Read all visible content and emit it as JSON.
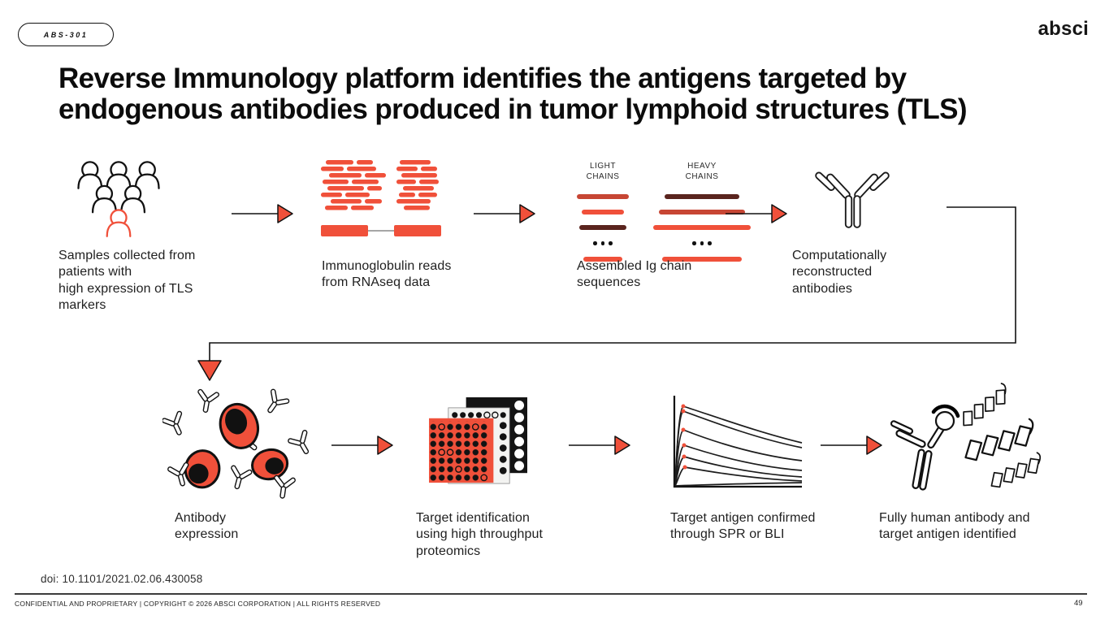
{
  "header": {
    "badge": "ABS-301",
    "logo": "absci"
  },
  "title": {
    "line1": "Reverse Immunology platform identifies the antigens targeted by",
    "line2": "endogenous antibodies produced in tumor lymphoid structures (TLS)"
  },
  "steps": {
    "samples": {
      "icon": "people-group-icon",
      "caption": "Samples collected from\npatients with\nhigh expression of TLS\nmarkers"
    },
    "reads": {
      "icon": "rnaseq-reads-icon",
      "caption": "Immunoglobulin reads\nfrom RNAseq data"
    },
    "chains": {
      "icon": "ig-chains-icon",
      "light_label": "LIGHT\nCHAINS",
      "heavy_label": "HEAVY\nCHAINS",
      "caption": "Assembled Ig chain\nsequences"
    },
    "reconstructed": {
      "icon": "antibody-outline-icon",
      "caption": "Computationally\nreconstructed\nantibodies"
    },
    "expression": {
      "icon": "cells-antibodies-icon",
      "caption": "Antibody\nexpression"
    },
    "proteomics": {
      "icon": "microplates-icon",
      "caption": "Target identification\nusing high throughput\nproteomics"
    },
    "spr": {
      "icon": "spr-curves-icon",
      "caption": "Target antigen confirmed\nthrough SPR or BLI"
    },
    "identified": {
      "icon": "antibody-antigen-icon",
      "caption": "Fully human antibody and\ntarget antigen identified"
    }
  },
  "colors": {
    "accent_red": "#F0503A",
    "mid_red": "#C74634",
    "maroon": "#5A241E",
    "ink": "#111111"
  },
  "footer": {
    "doi": "doi: 10.1101/2021.02.06.430058",
    "legal": "CONFIDENTIAL AND PROPRIETARY | COPYRIGHT © 2026 ABSCI CORPORATION | ALL RIGHTS RESERVED",
    "page": "49"
  }
}
